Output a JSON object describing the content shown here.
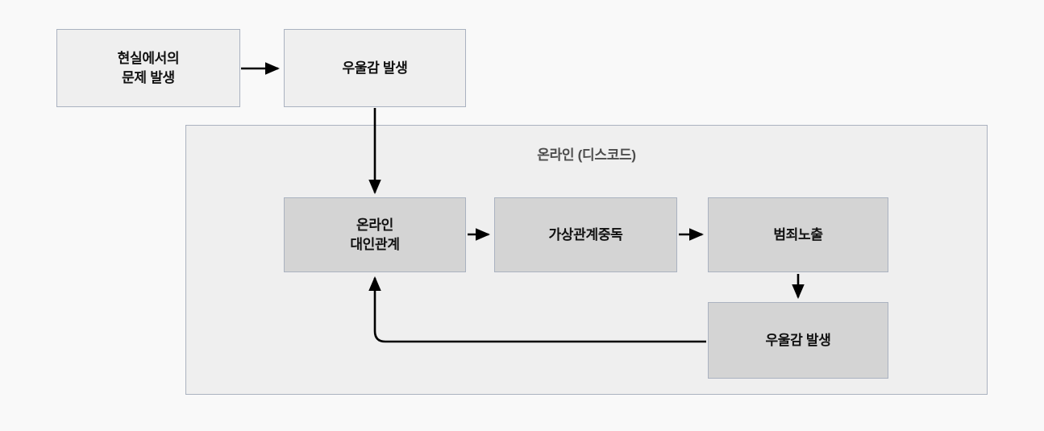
{
  "diagram": {
    "title_present": false,
    "background_color": "#f9f9f9",
    "group": {
      "label": "온라인 (디스코드)",
      "fill": "#efefef",
      "border": "#aab2c0"
    },
    "nodes": [
      {
        "id": "real-problem",
        "label": "현실에서의\n문제 발생",
        "style": "light",
        "fill": "#efefef"
      },
      {
        "id": "depression-top",
        "label": "우울감 발생",
        "style": "light",
        "fill": "#efefef"
      },
      {
        "id": "online-relationship",
        "label": "온라인\n대인관계",
        "style": "dark",
        "fill": "#d4d4d4"
      },
      {
        "id": "virtual-addiction",
        "label": "가상관계중독",
        "style": "dark",
        "fill": "#d4d4d4"
      },
      {
        "id": "crime-exposure",
        "label": "범죄노출",
        "style": "dark",
        "fill": "#d4d4d4"
      },
      {
        "id": "depression-bottom",
        "label": "우울감 발생",
        "style": "dark",
        "fill": "#d4d4d4"
      }
    ],
    "edges": [
      {
        "id": "edge-1",
        "from": "real-problem",
        "to": "depression-top",
        "direction": "right"
      },
      {
        "id": "edge-2",
        "from": "depression-top",
        "to": "online-relationship",
        "direction": "down"
      },
      {
        "id": "edge-3",
        "from": "online-relationship",
        "to": "virtual-addiction",
        "direction": "right"
      },
      {
        "id": "edge-4",
        "from": "virtual-addiction",
        "to": "crime-exposure",
        "direction": "right"
      },
      {
        "id": "edge-5",
        "from": "crime-exposure",
        "to": "depression-bottom",
        "direction": "down"
      },
      {
        "id": "edge-6",
        "from": "depression-bottom",
        "to": "online-relationship",
        "direction": "feedback-loop"
      }
    ],
    "arrow_color": "#000000"
  }
}
